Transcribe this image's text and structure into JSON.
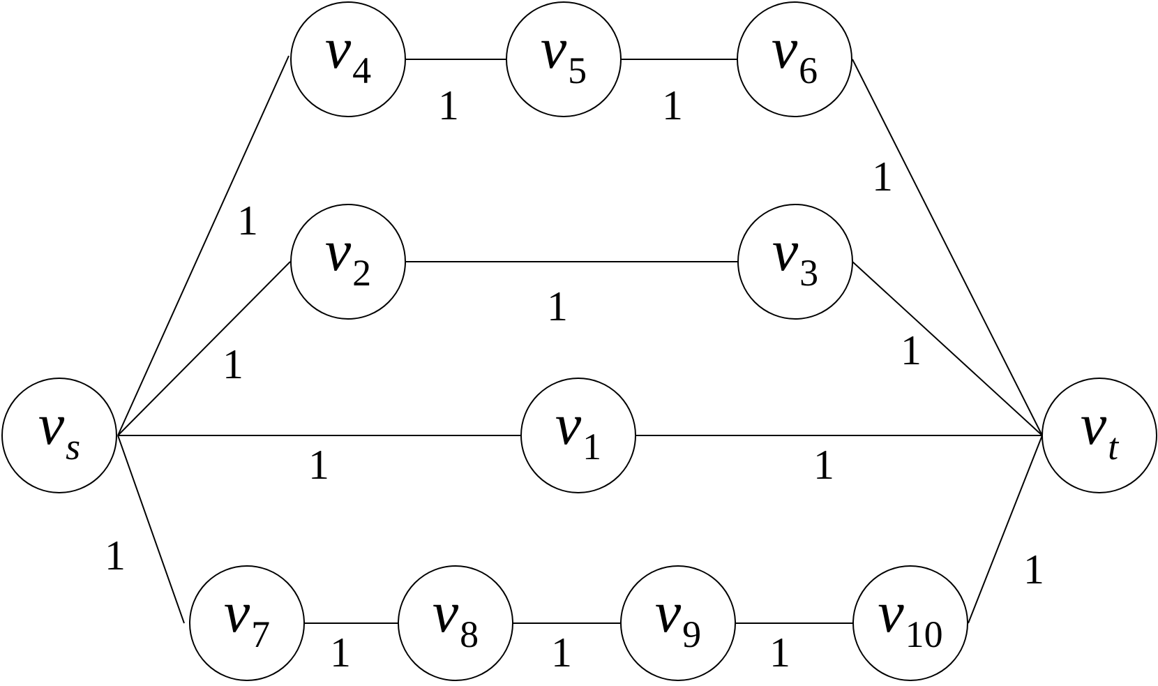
{
  "nodes": [
    {
      "id": "vs",
      "main": "v",
      "sub": "s",
      "sub_italic": true
    },
    {
      "id": "v1",
      "main": "v",
      "sub": "1",
      "sub_italic": false
    },
    {
      "id": "v2",
      "main": "v",
      "sub": "2",
      "sub_italic": false
    },
    {
      "id": "v3",
      "main": "v",
      "sub": "3",
      "sub_italic": false
    },
    {
      "id": "v4",
      "main": "v",
      "sub": "4",
      "sub_italic": false
    },
    {
      "id": "v5",
      "main": "v",
      "sub": "5",
      "sub_italic": false
    },
    {
      "id": "v6",
      "main": "v",
      "sub": "6",
      "sub_italic": false
    },
    {
      "id": "v7",
      "main": "v",
      "sub": "7",
      "sub_italic": false
    },
    {
      "id": "v8",
      "main": "v",
      "sub": "8",
      "sub_italic": false
    },
    {
      "id": "v9",
      "main": "v",
      "sub": "9",
      "sub_italic": false
    },
    {
      "id": "v10",
      "main": "v",
      "sub": "10",
      "sub_italic": false
    },
    {
      "id": "vt",
      "main": "v",
      "sub": "t",
      "sub_italic": true
    }
  ],
  "edges": [
    {
      "from": "vs",
      "to": "v4",
      "weight": "1"
    },
    {
      "from": "v4",
      "to": "v5",
      "weight": "1"
    },
    {
      "from": "v5",
      "to": "v6",
      "weight": "1"
    },
    {
      "from": "v6",
      "to": "vt",
      "weight": "1"
    },
    {
      "from": "vs",
      "to": "v2",
      "weight": "1"
    },
    {
      "from": "v2",
      "to": "v3",
      "weight": "1"
    },
    {
      "from": "v3",
      "to": "vt",
      "weight": "1"
    },
    {
      "from": "vs",
      "to": "v1",
      "weight": "1"
    },
    {
      "from": "v1",
      "to": "vt",
      "weight": "1"
    },
    {
      "from": "vs",
      "to": "v7",
      "weight": "1"
    },
    {
      "from": "v7",
      "to": "v8",
      "weight": "1"
    },
    {
      "from": "v8",
      "to": "v9",
      "weight": "1"
    },
    {
      "from": "v9",
      "to": "v10",
      "weight": "1"
    },
    {
      "from": "v10",
      "to": "vt",
      "weight": "1"
    }
  ]
}
